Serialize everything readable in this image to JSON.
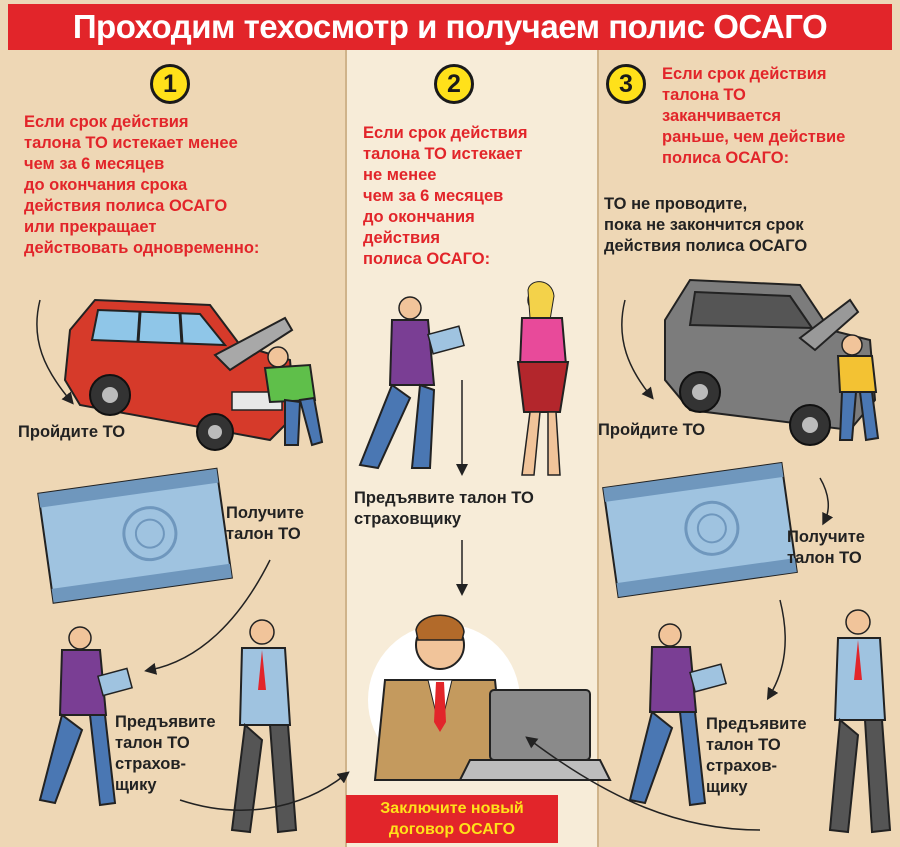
{
  "title": "Проходим техосмотр и получаем полис ОСАГО",
  "steps": [
    {
      "number": "1",
      "condition": "Если срок действия\nталона ТО истекает менее\nчем за 6 месяцев\nдо окончания срока\nдействия полиса ОСАГО\nили прекращает\nдействовать одновременно:",
      "action_pass": "Пройдите ТО",
      "action_get": "Получите\nталон ТО",
      "action_present": "Предъявите\nталон ТО\nстрахов-\nщику"
    },
    {
      "number": "2",
      "condition": "Если срок действия\nталона ТО истекает\nне менее\nчем за 6 месяцев\nдо окончания\nдействия\nполиса ОСАГО:",
      "action_present": "Предъявите талон ТО\nстраховщику"
    },
    {
      "number": "3",
      "condition": "Если срок действия\nталона ТО\nзаканчивается\nраньше, чем действие\nполиса ОСАГО:",
      "note": "ТО не проводите,\nпока не закончится срок\nдействия полиса ОСАГО",
      "action_pass": "Пройдите ТО",
      "action_get": "Получите\nталон ТО",
      "action_present": "Предъявите\nталон ТО\nстрахов-\nщику"
    }
  ],
  "final": "Заключите новый\nдоговор ОСАГО",
  "colors": {
    "accent_red": "#e2252a",
    "badge_yellow": "#ffe11a",
    "bg_side": "#eed7b5",
    "bg_middle": "#f7ecd8",
    "car_red": "#d63a2a",
    "car_gray": "#7c7c7c",
    "talon_blue": "#9fc3e0"
  }
}
